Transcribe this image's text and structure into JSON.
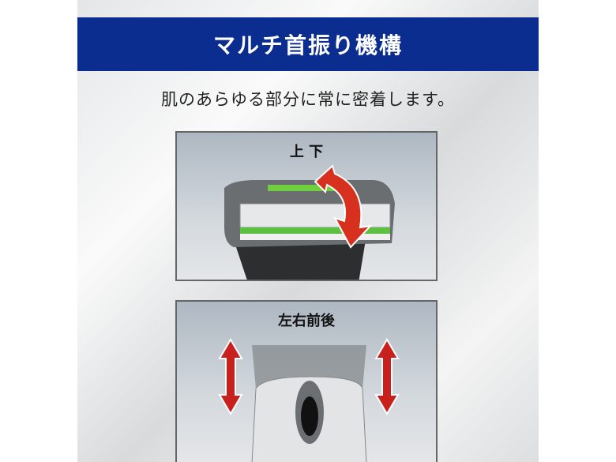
{
  "title": "マルチ首振り機構",
  "subtitle": "肌のあらゆる部分に常に密着します。",
  "panels": [
    {
      "label": "上 下"
    },
    {
      "label": "左右前後"
    }
  ],
  "colors": {
    "banner": "#0b2d8f",
    "arrow": "#d7301f"
  }
}
